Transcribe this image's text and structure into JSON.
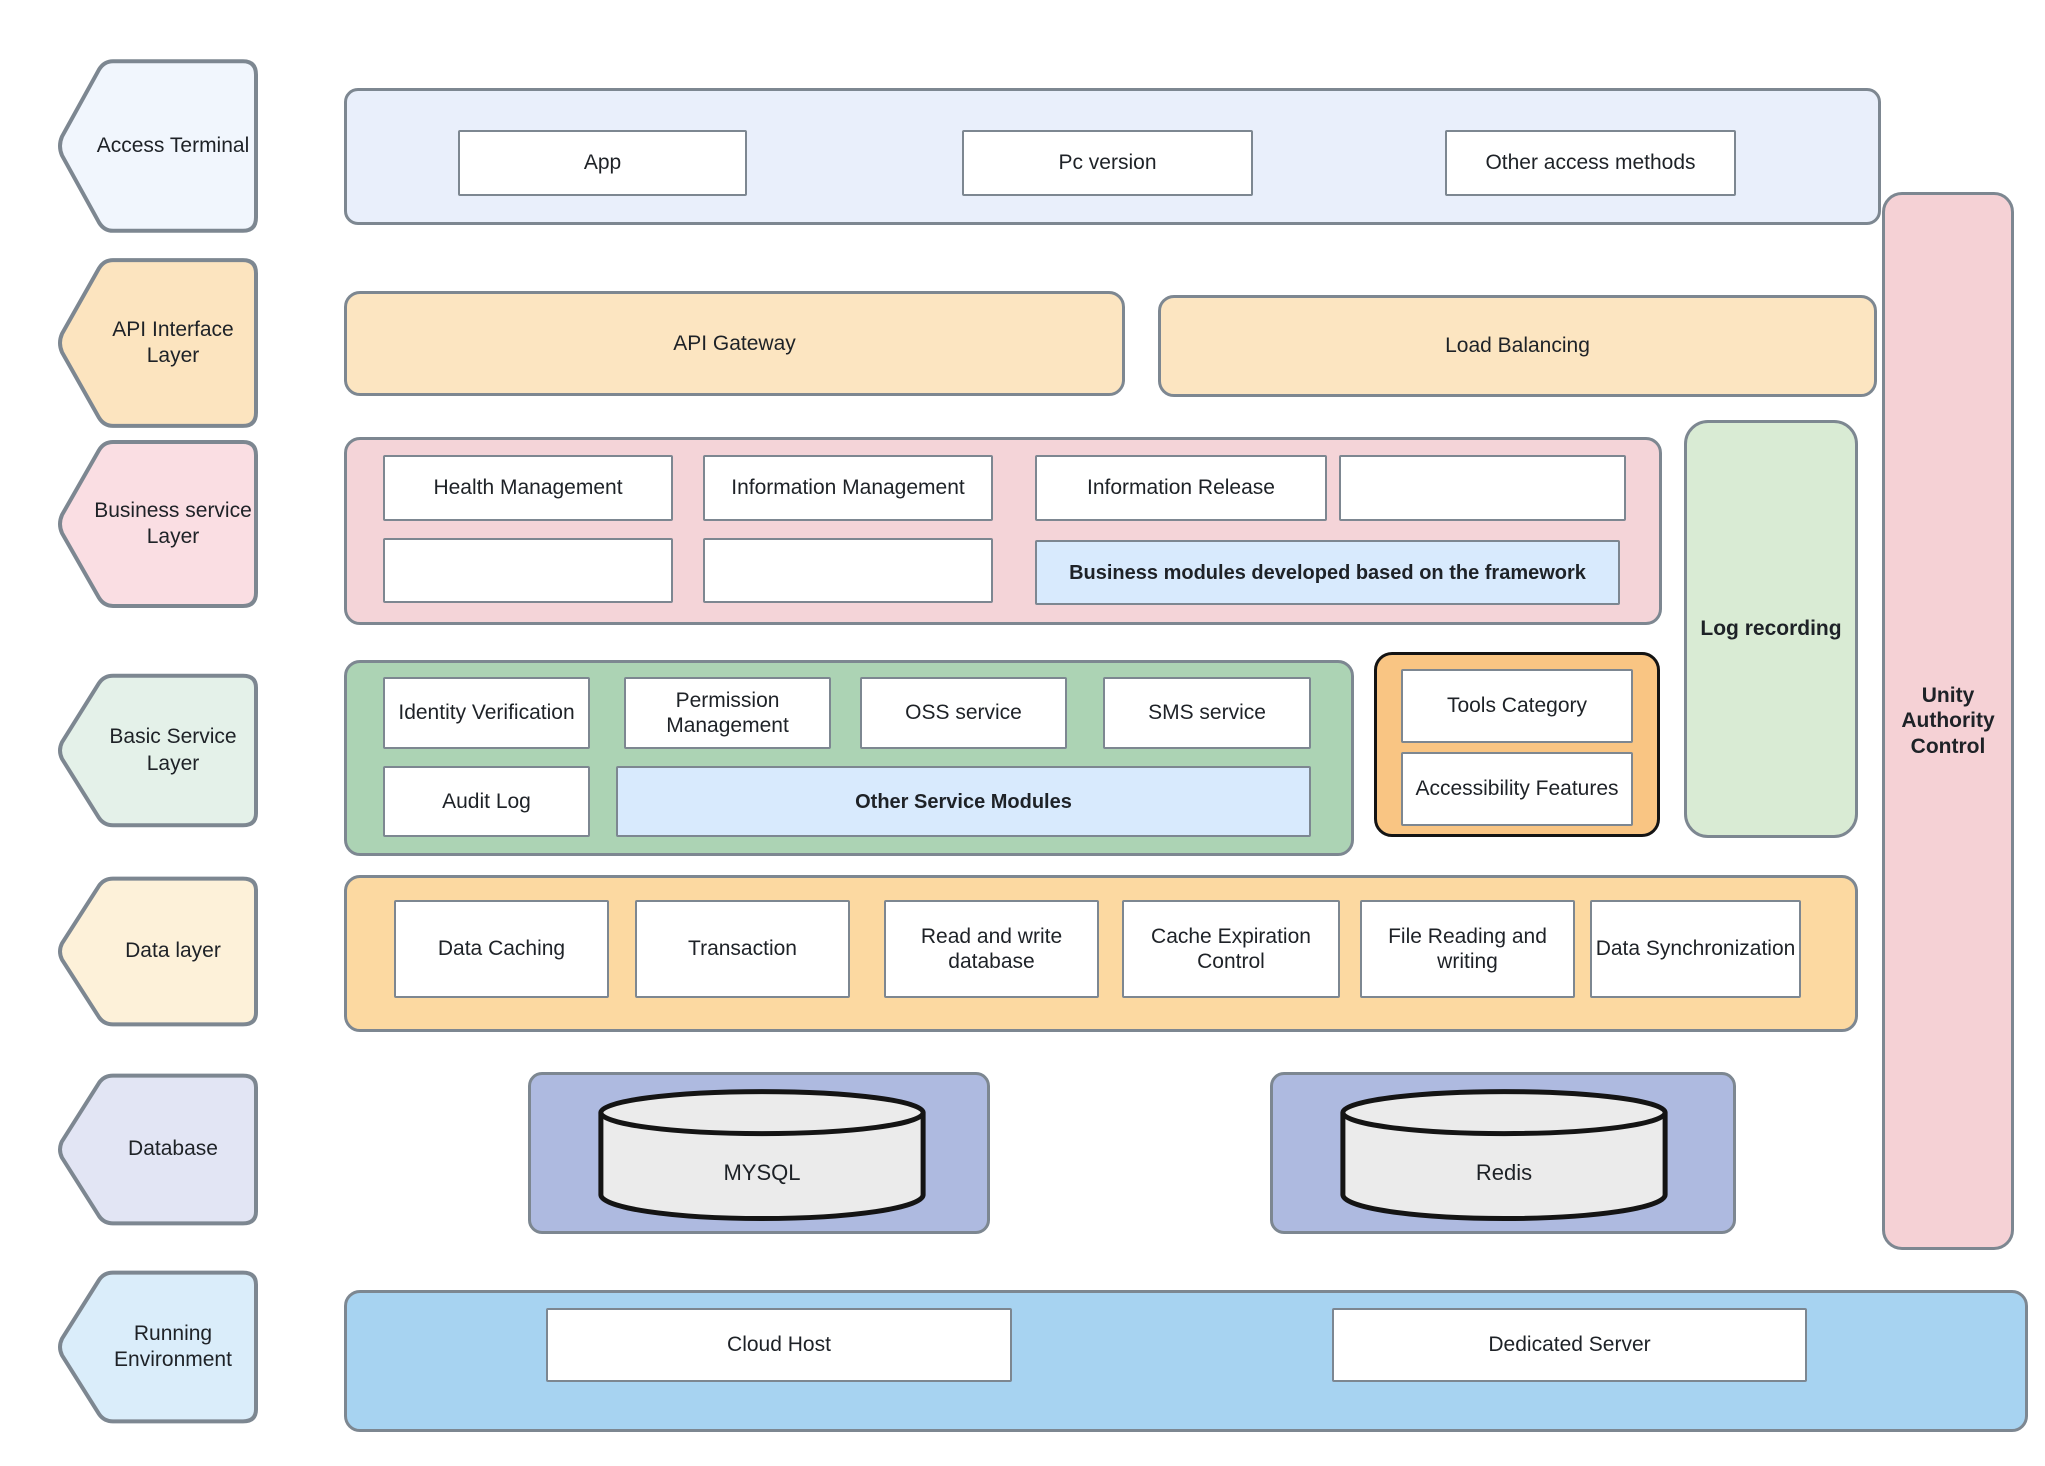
{
  "palette": {
    "text": "#1e2227",
    "border_gray": "#7d8791",
    "access_row": "#e9effb",
    "access_hex": "#f1f6fd",
    "api_fill": "#fce5c1",
    "api_hex": "#fce4bf",
    "business_fill": "#f4d4d8",
    "business_hex": "#fadee3",
    "highlight_blue": "#d8eafd",
    "basic_fill": "#acd3b4",
    "basic_hex": "#e4f1e9",
    "log_fill": "#d9ebd4",
    "tools_fill": "#f9c583",
    "data_fill": "#fcd9a1",
    "data_hex": "#fdf1d9",
    "db_fill": "#aebae0",
    "db_hex": "#e2e5f4",
    "cylinder_fill": "#ebebeb",
    "running_fill": "#a7d3f1",
    "running_hex": "#daedfa",
    "unity_fill": "#f5d1d5"
  },
  "layers": [
    {
      "label": "Access Terminal"
    },
    {
      "label": "API Interface Layer"
    },
    {
      "label": "Business service Layer"
    },
    {
      "label": "Basic Service Layer"
    },
    {
      "label": "Data layer"
    },
    {
      "label": "Database"
    },
    {
      "label": "Running Environment"
    }
  ],
  "access": {
    "items": [
      "App",
      "Pc version",
      "Other access methods"
    ]
  },
  "api": {
    "gateway": "API Gateway",
    "load_balancing": "Load Balancing"
  },
  "business": {
    "modules": [
      "Health Management",
      "Information Management",
      "Information Release"
    ],
    "highlight": "Business modules developed based on the framework"
  },
  "basic": {
    "modules": [
      "Identity Verification",
      "Permission Management",
      "OSS service",
      "SMS service",
      "Audit Log"
    ],
    "highlight": "Other Service Modules"
  },
  "tools": {
    "items": [
      "Tools Category",
      "Accessibility Features"
    ]
  },
  "log_recording": "Log recording",
  "unity": "Unity Authority Control",
  "data_layer": {
    "items": [
      "Data Caching",
      "Transaction",
      "Read and write database",
      "Cache Expiration Control",
      "File Reading and writing",
      "Data Synchronization"
    ]
  },
  "database": {
    "items": [
      "MYSQL",
      "Redis"
    ]
  },
  "running": {
    "items": [
      "Cloud Host",
      "Dedicated Server"
    ]
  }
}
